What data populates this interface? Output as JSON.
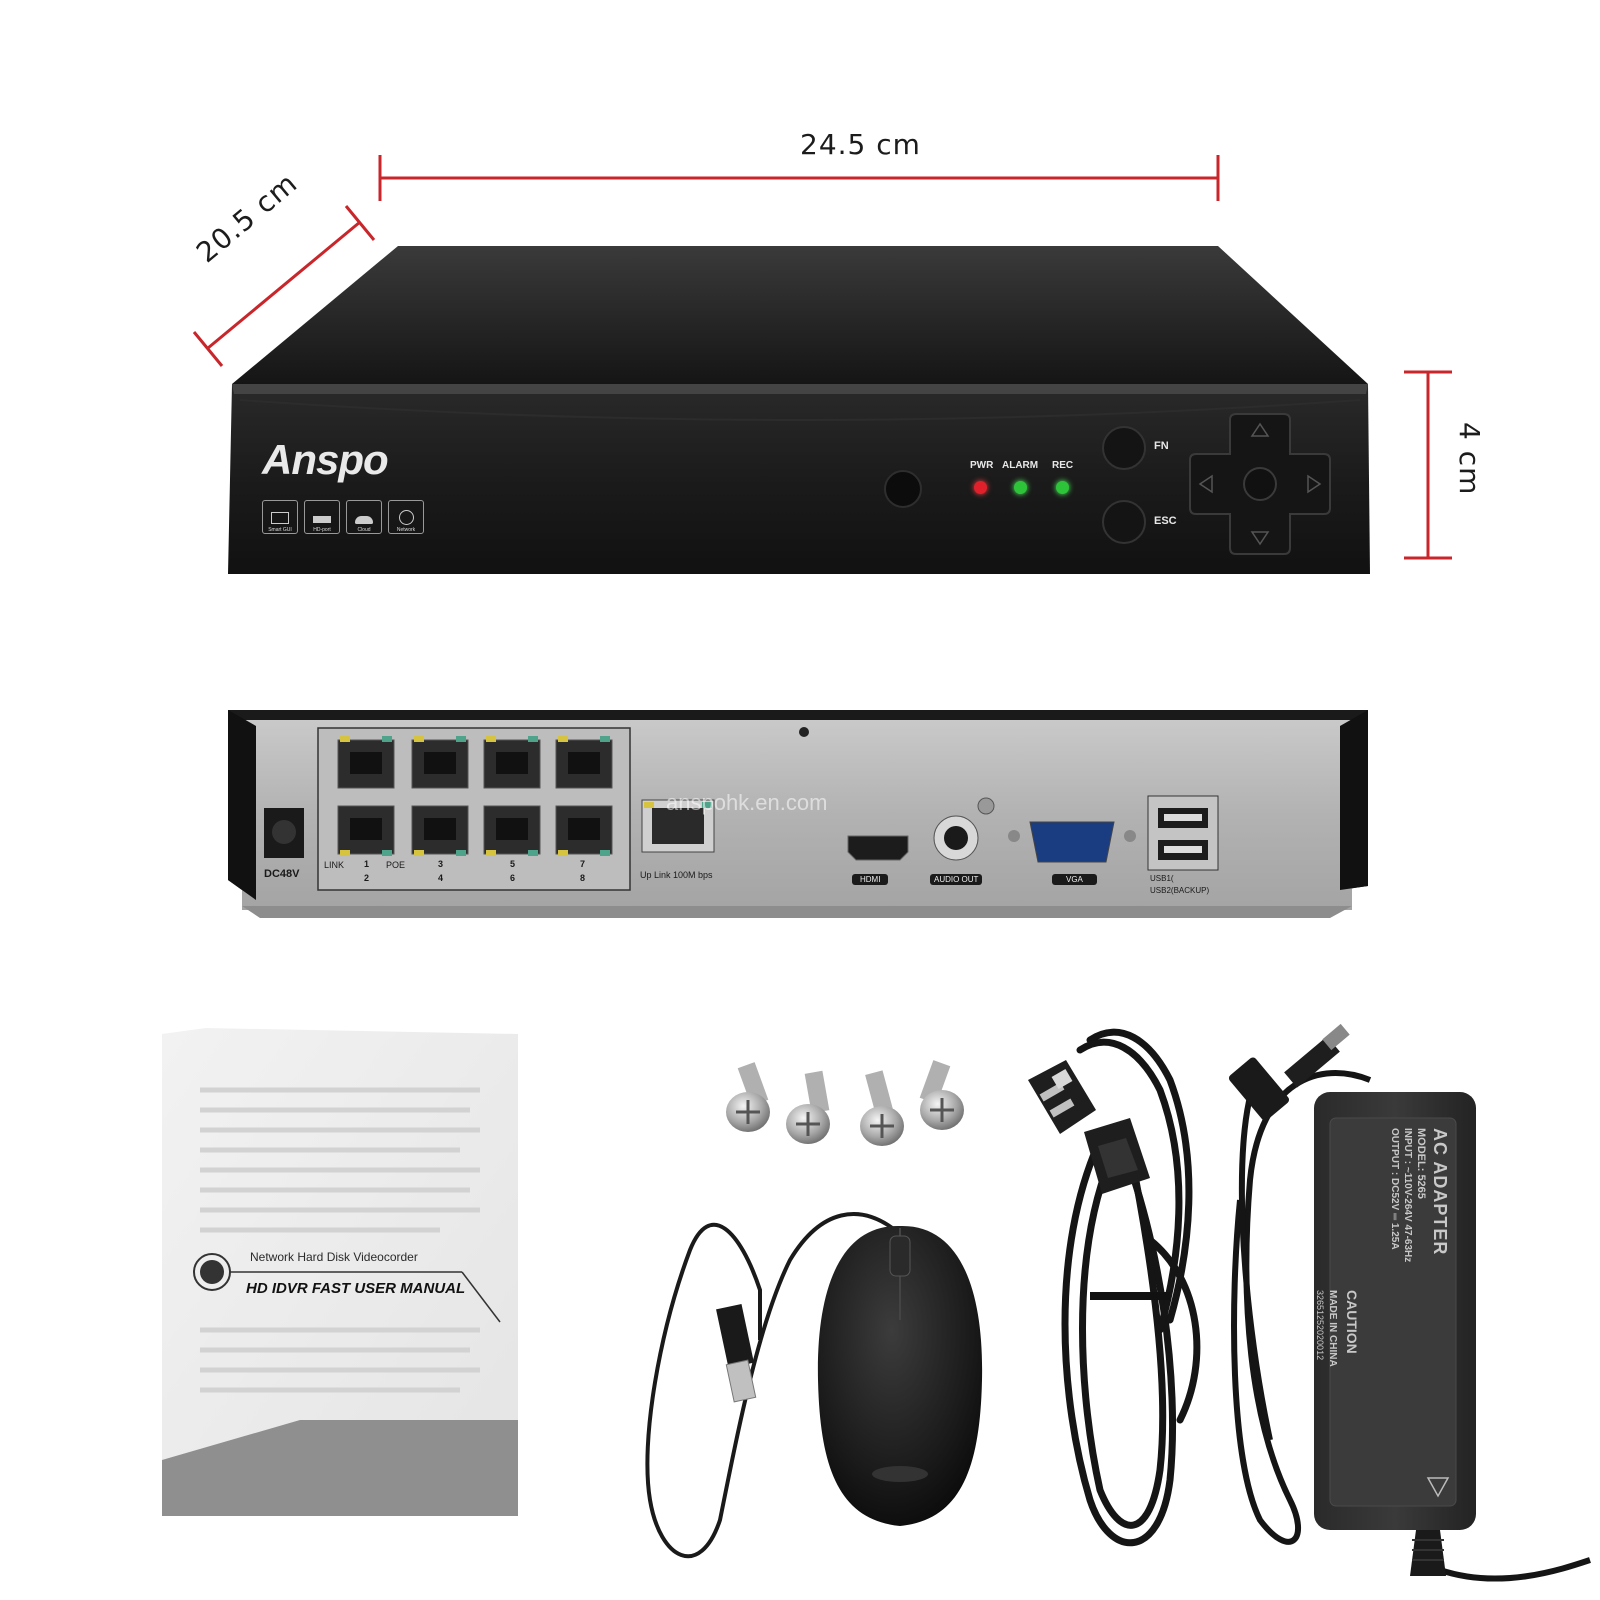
{
  "dimensions": {
    "width": "24.5 cm",
    "depth": "20.5 cm",
    "height": "4 cm",
    "line_color": "#c8262b"
  },
  "front_panel": {
    "brand": "Anspo",
    "badges": [
      "Smart GUI",
      "HD-port",
      "Cloud",
      "Network"
    ],
    "leds": [
      {
        "label": "PWR",
        "color": "#e0202a"
      },
      {
        "label": "ALARM",
        "color": "#2ec43a"
      },
      {
        "label": "REC",
        "color": "#2ec43a"
      }
    ],
    "buttons": {
      "fn": "FN",
      "esc": "ESC"
    }
  },
  "rear_panel": {
    "watermark": "anspohk.en.com",
    "power_label": "DC48V",
    "lan_legend": {
      "link": "LINK",
      "poe": "POE"
    },
    "port_numbers_top": [
      "1",
      "3",
      "5",
      "7"
    ],
    "port_numbers_bottom": [
      "2",
      "4",
      "6",
      "8"
    ],
    "uplink_label": "Up Link 100M bps",
    "hdmi_label": "HDMI",
    "audio_label": "AUDIO OUT",
    "vga_label": "VGA",
    "usb1_label": "USB1(",
    "usb2_label": "USB2(BACKUP)"
  },
  "accessories": {
    "manual": {
      "subtitle": "Network Hard Disk Videocorder",
      "title": "HD IDVR FAST USER MANUAL"
    },
    "adapter": {
      "title": "AC ADAPTER",
      "model": "MODEL: 5265",
      "input": "INPUT : ~110V-264V 47-63Hz",
      "output": "OUTPUT : DC52V ═ 1.25A",
      "caution": "CAUTION",
      "made_in": "MADE IN CHINA",
      "serial": "32651252020012"
    }
  }
}
